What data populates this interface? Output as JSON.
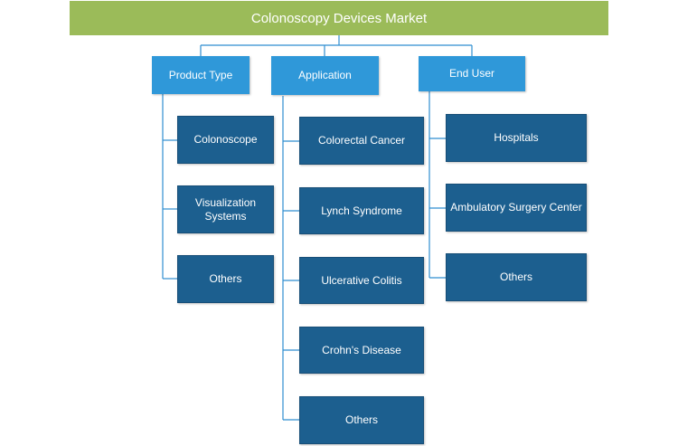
{
  "title": "Colonoscopy Devices Market",
  "categories": [
    {
      "label": "Product Type",
      "items": [
        "Colonoscope",
        "Visualization Systems",
        "Others"
      ]
    },
    {
      "label": "Application",
      "items": [
        "Colorectal Cancer",
        "Lynch Syndrome",
        "Ulcerative Colitis",
        "Crohn's Disease",
        "Others"
      ]
    },
    {
      "label": "End User",
      "items": [
        "Hospitals",
        "Ambulatory Surgery Center",
        "Others"
      ]
    }
  ],
  "colors": {
    "root": "#9bbb59",
    "category": "#2f98d9",
    "leaf": "#1c5f8f",
    "connector": "#2f8ed0"
  }
}
